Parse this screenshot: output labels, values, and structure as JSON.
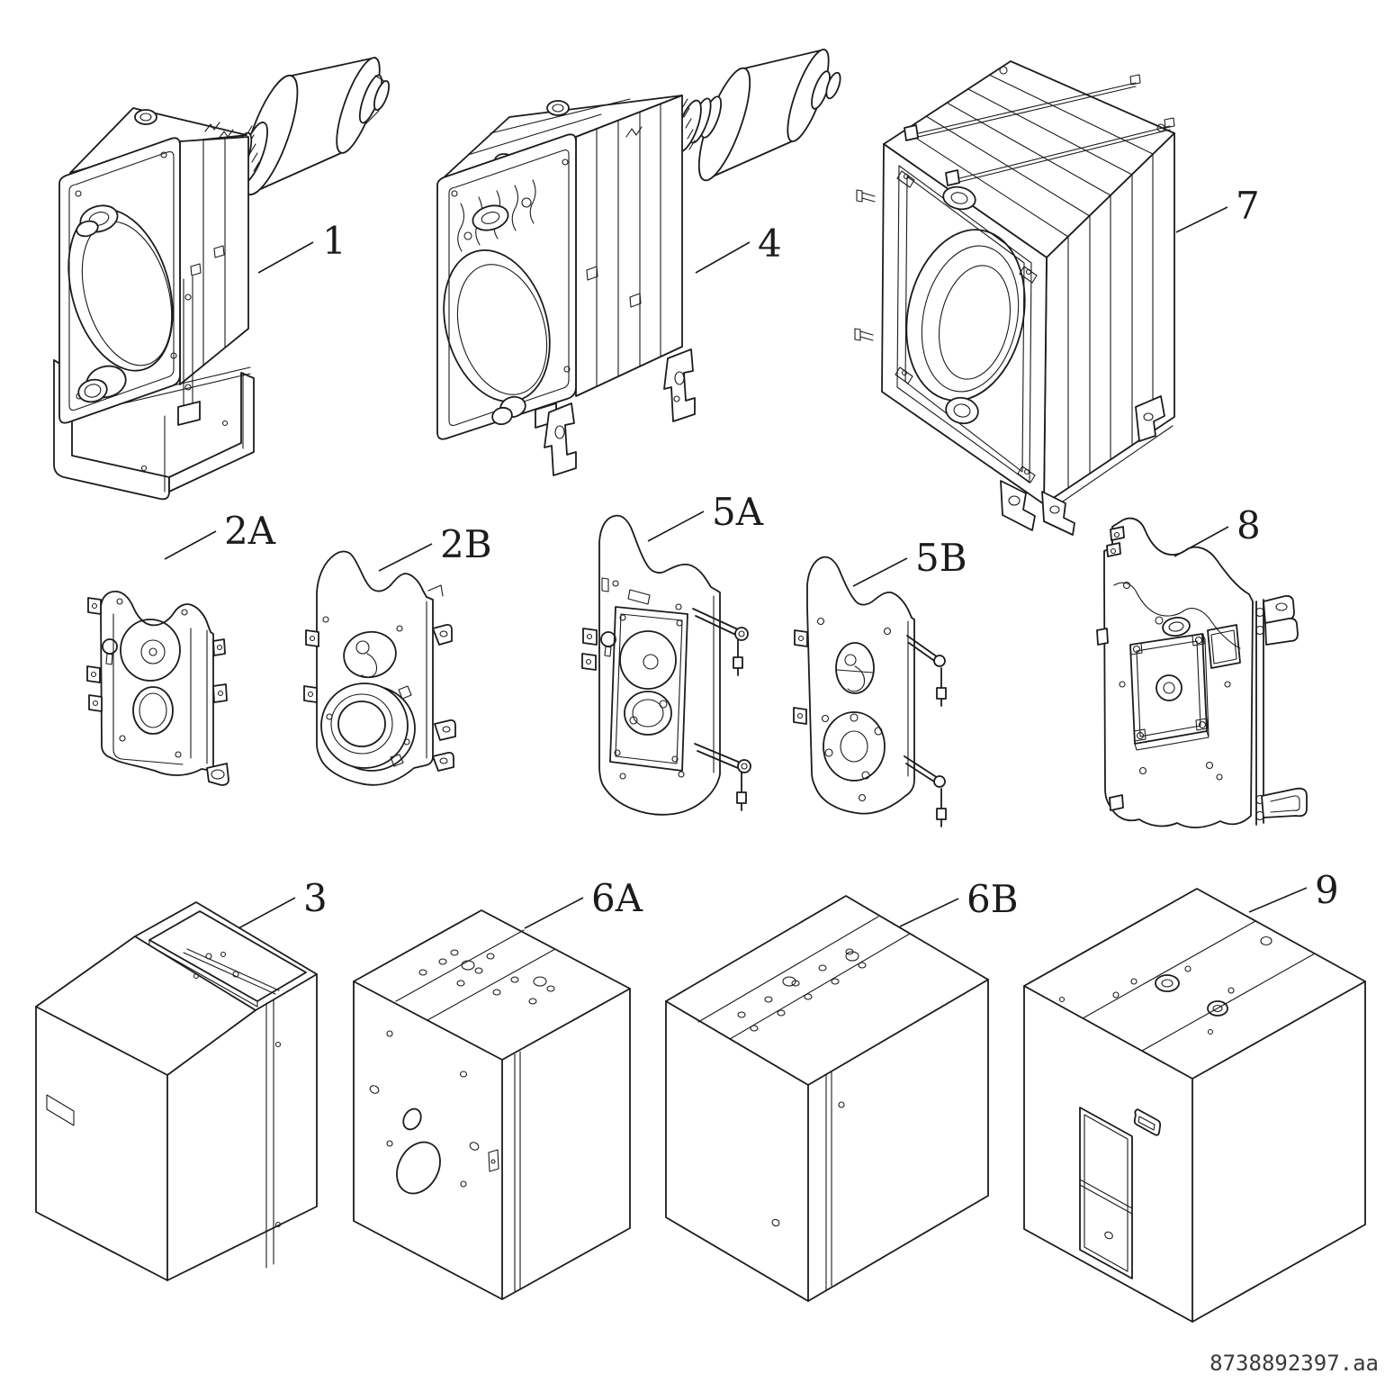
{
  "page": {
    "background": "#ffffff",
    "line_color": "#1c1c1c"
  },
  "diagram": {
    "description_of_view": "exploded parts overview, three rows of isometric line drawings",
    "callouts": [
      {
        "id": "1",
        "label": "1"
      },
      {
        "id": "4",
        "label": "4"
      },
      {
        "id": "7",
        "label": "7"
      },
      {
        "id": "2A",
        "label": "2A"
      },
      {
        "id": "2B",
        "label": "2B"
      },
      {
        "id": "5A",
        "label": "5A"
      },
      {
        "id": "5B",
        "label": "5B"
      },
      {
        "id": "8",
        "label": "8"
      },
      {
        "id": "3",
        "label": "3"
      },
      {
        "id": "6A",
        "label": "6A"
      },
      {
        "id": "6B",
        "label": "6B"
      },
      {
        "id": "9",
        "label": "9"
      }
    ]
  },
  "footer": {
    "document_code": "8738892397.aa"
  }
}
